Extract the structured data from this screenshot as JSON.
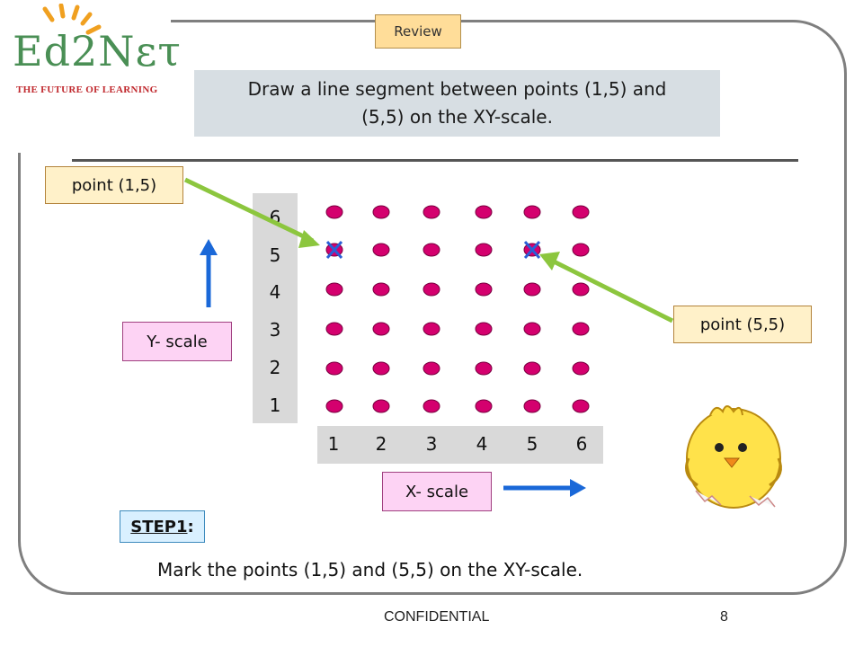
{
  "header": {
    "logo_wordmark": "Ed2Nετ",
    "logo_tagline": "THE FUTURE OF LEARNING",
    "badge": "Review"
  },
  "question": {
    "line1": "Draw a line segment between points (1,5) and",
    "line2": "(5,5) on the XY-scale."
  },
  "grid": {
    "y_ticks": [
      "6",
      "5",
      "4",
      "3",
      "2",
      "1"
    ],
    "x_ticks": [
      "1",
      "2",
      "3",
      "4",
      "5",
      "6"
    ],
    "y_label": "Y- scale",
    "x_label": "X- scale",
    "marked_points": [
      [
        1,
        5
      ],
      [
        5,
        5
      ]
    ]
  },
  "callouts": {
    "left": "point (1,5)",
    "right": "point (5,5)"
  },
  "step": {
    "label": "STEP1",
    "suffix": ":",
    "instruction": "Mark the  points (1,5) and (5,5) on the XY-scale."
  },
  "footer": {
    "text": "CONFIDENTIAL",
    "page": "8"
  },
  "colors": {
    "dot": "#d4006e",
    "mark": "#2a5fd6",
    "arrow_green": "#8cc63e",
    "arrow_blue": "#1a68d8"
  }
}
